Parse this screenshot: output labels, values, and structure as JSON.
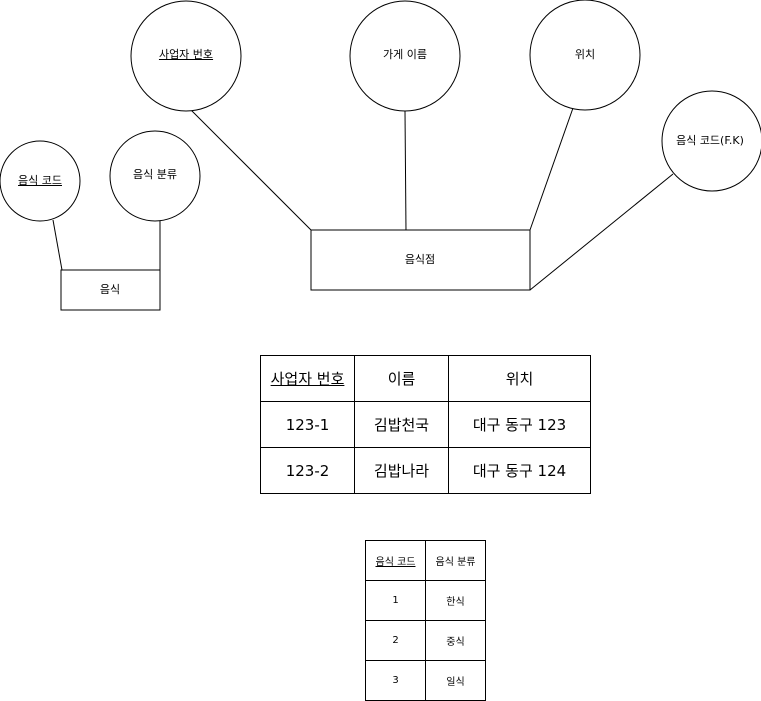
{
  "diagram": {
    "attributes": {
      "business_number": "사업자 번호",
      "store_name": "가게 이름",
      "location": "위치",
      "food_code_fk": "음식 코드(F.K)",
      "food_code": "음식 코드",
      "food_category": "음식 분류"
    },
    "entities": {
      "restaurant": "음식점",
      "food": "음식"
    }
  },
  "store_table": {
    "headers": [
      "사업자 번호",
      "이름",
      "위치"
    ],
    "rows": [
      [
        "123-1",
        "김밥천국",
        "대구 동구 123"
      ],
      [
        "123-2",
        "김밥나라",
        "대구 동구 124"
      ]
    ]
  },
  "food_table": {
    "headers": [
      "음식 코드",
      "음식 분류"
    ],
    "rows": [
      [
        "1",
        "한식"
      ],
      [
        "2",
        "중식"
      ],
      [
        "3",
        "일식"
      ]
    ]
  }
}
